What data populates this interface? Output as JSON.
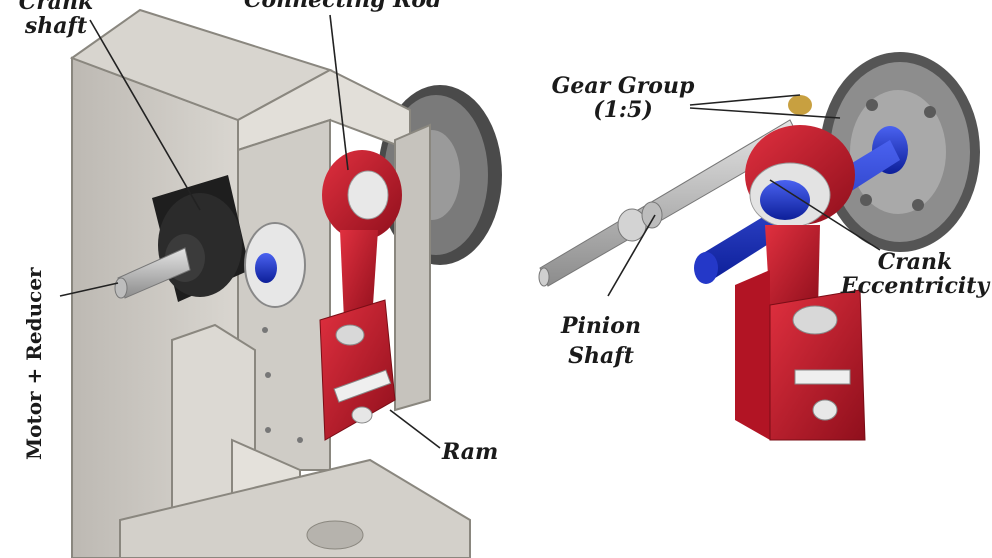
{
  "left_view": {
    "labels": {
      "crank_shaft_line1": "Crank",
      "crank_shaft_line2": "shaft",
      "connecting_rod": "Connecting Rod",
      "motor_reducer": "Motor + Reducer",
      "ram": "Ram"
    }
  },
  "right_view": {
    "labels": {
      "gear_group_line1": "Gear Group",
      "gear_group_line2": "(1:5)",
      "crank_line1": "Crank",
      "crank_line2": "Eccentricity",
      "pinion_line1": "Pinion",
      "pinion_line2": "Shaft"
    }
  },
  "colors": {
    "frame": "#c9c6c0",
    "ram_red": "#c0182a",
    "shaft_blue": "#1c36c8",
    "gear_gray": "#6d6d6d",
    "background": "#ffffff"
  }
}
